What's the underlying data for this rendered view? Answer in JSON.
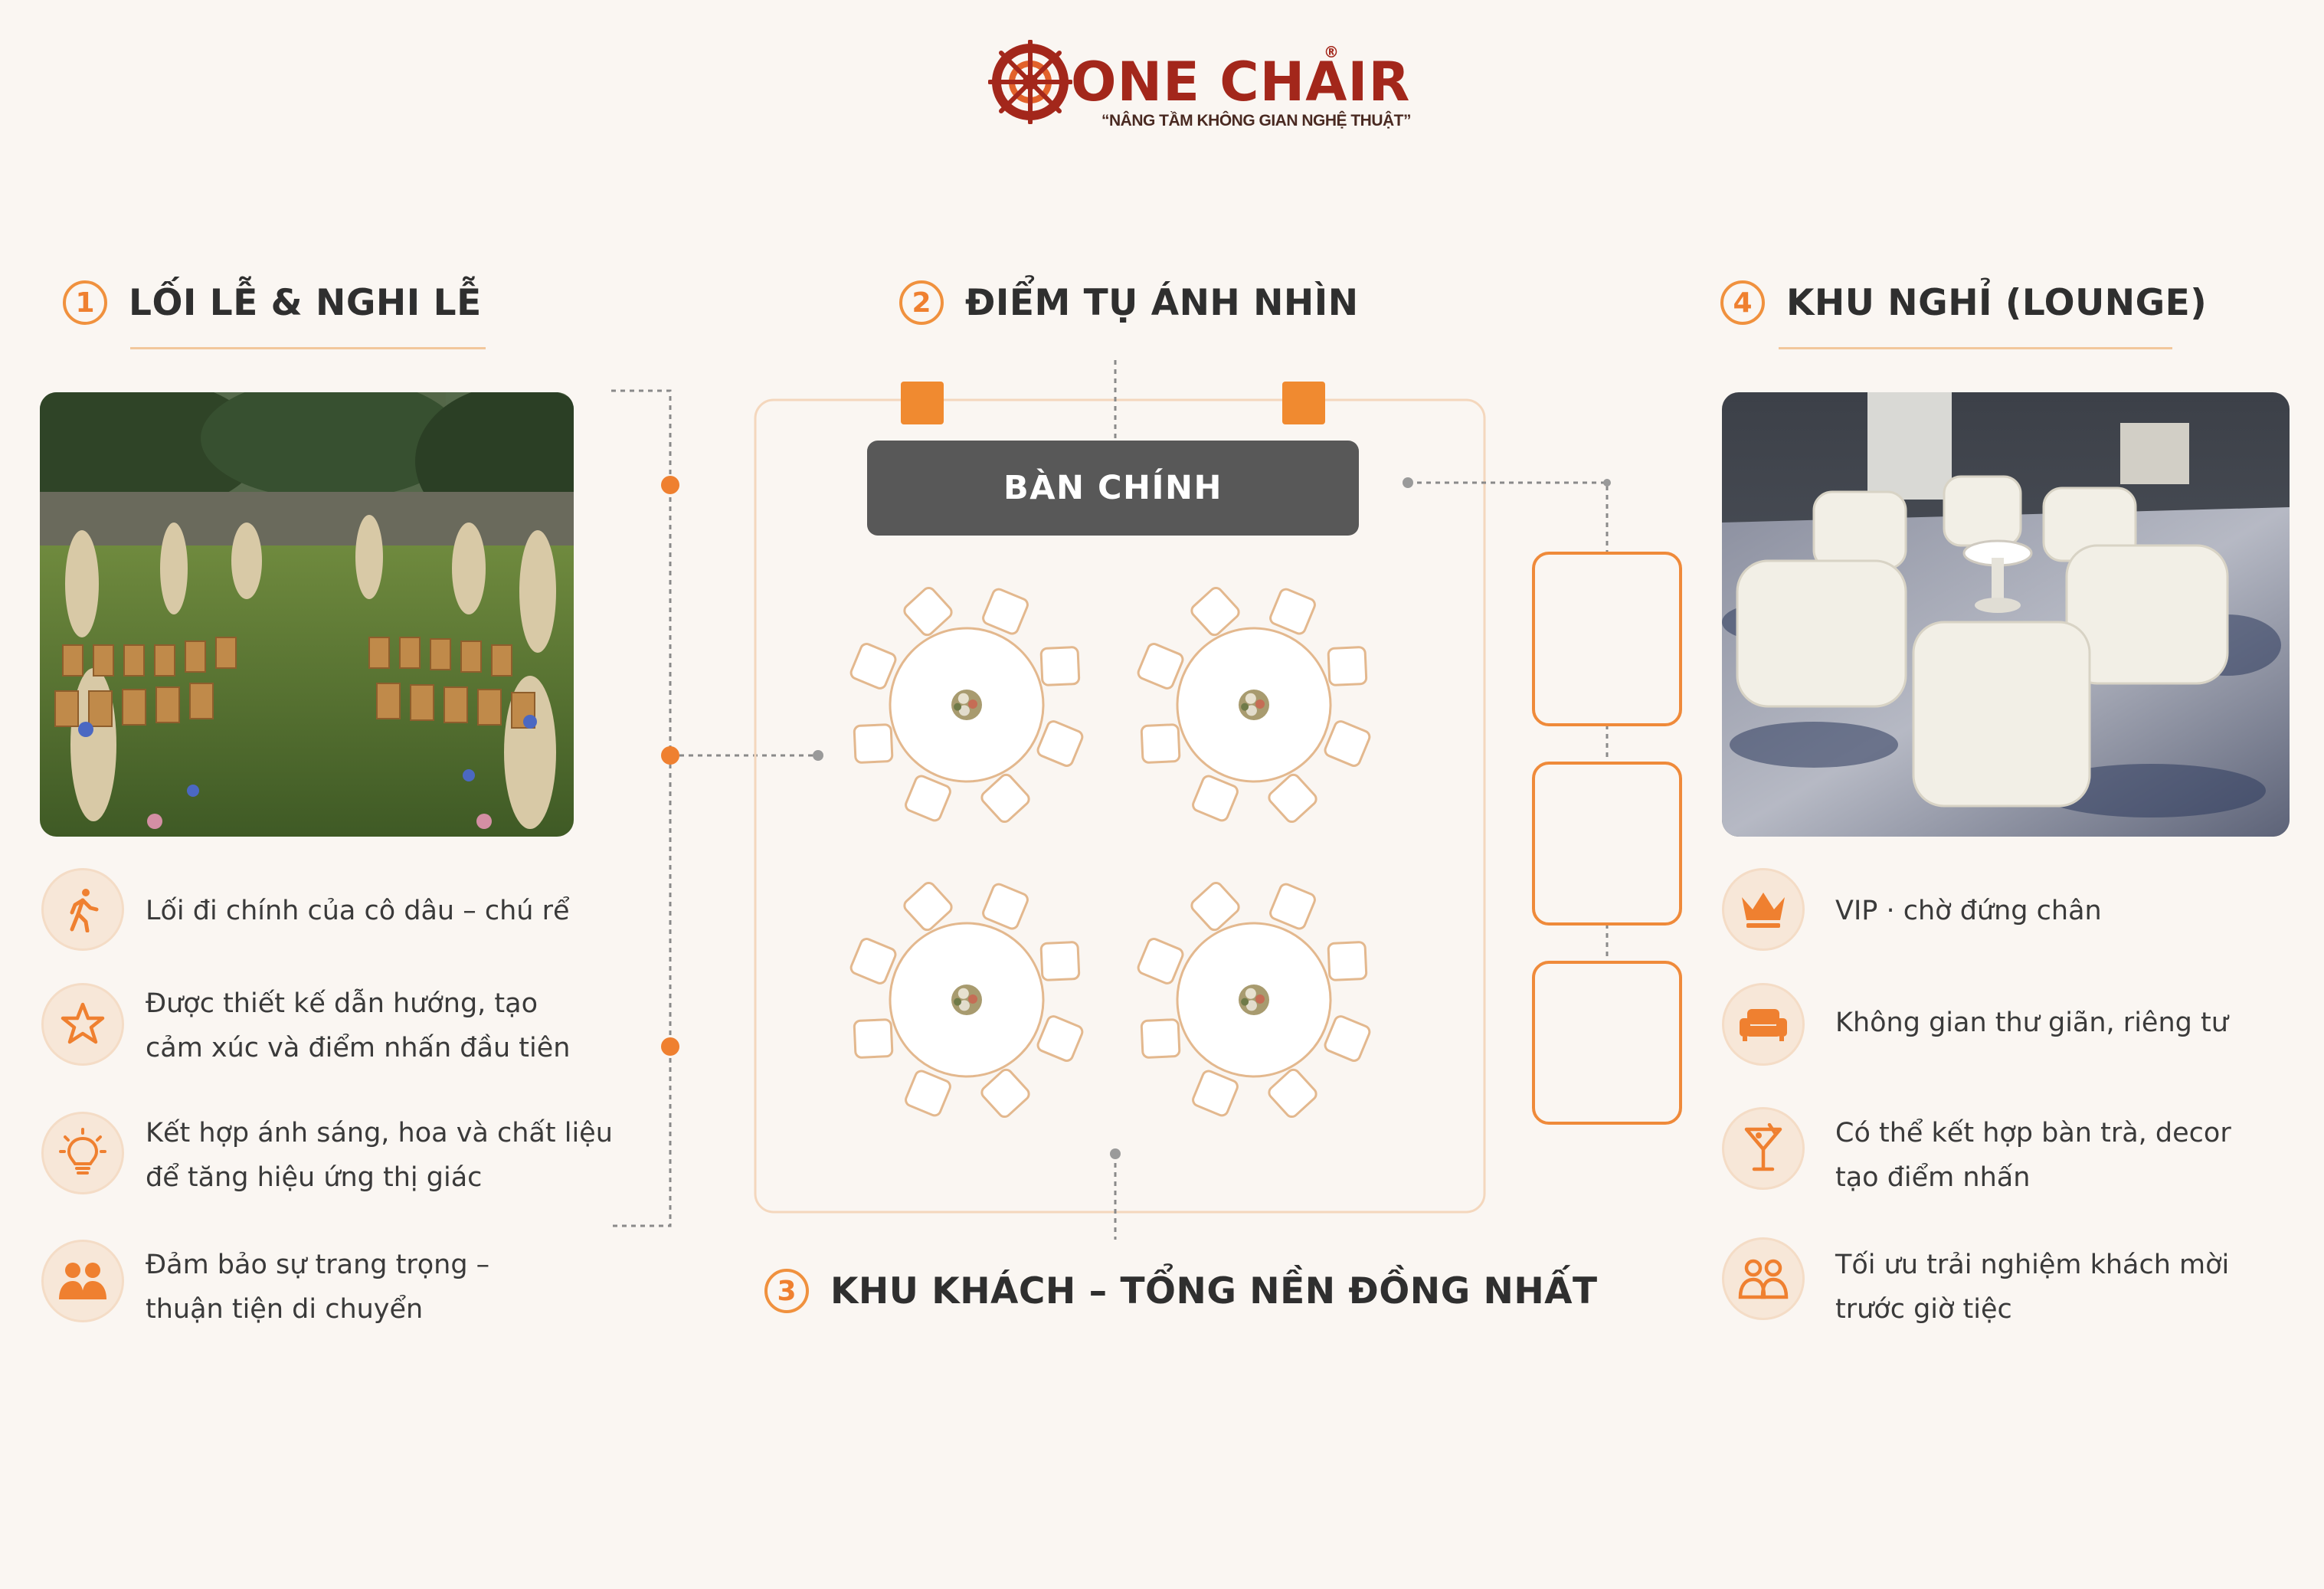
{
  "logo": {
    "name": "ONE CHAIR",
    "tagline": "“NÂNG TẦM KHÔNG GIAN NGHỆ THUẬT”",
    "registered": "®"
  },
  "sections": {
    "s1": {
      "number": "1",
      "title": "LỐI LỄ & NGHI LỄ"
    },
    "s2": {
      "number": "2",
      "title": "ĐIỂM TỤ ÁNH NHÌN"
    },
    "s3": {
      "number": "3",
      "title": "KHU KHÁCH – TỔNG NỀN ĐỒNG NHẤT"
    },
    "s4": {
      "number": "4",
      "title": "KHU NGHỈ (LOUNGE)"
    }
  },
  "main_table_label": "BÀN CHÍNH",
  "left_features": [
    {
      "icon": "walking-person-icon",
      "lines": [
        "Lối đi chính của cô dâu – chú rể"
      ]
    },
    {
      "icon": "star-icon",
      "lines": [
        "Được thiết kế dẫn hướng, tạo",
        "cảm xúc và điểm nhấn đầu tiên"
      ]
    },
    {
      "icon": "lightbulb-icon",
      "lines": [
        "Kết hợp ánh sáng, hoa và chất liệu",
        "để tăng hiệu ứng thị giác"
      ]
    },
    {
      "icon": "people-icon",
      "lines": [
        "Đảm bảo sự trang trọng –",
        "thuận tiện di chuyển"
      ]
    }
  ],
  "right_features": [
    {
      "icon": "crown-icon",
      "lines": [
        "VIP · chờ đứng chân"
      ]
    },
    {
      "icon": "sofa-icon",
      "lines": [
        "Không gian thư giãn, riêng tư"
      ]
    },
    {
      "icon": "cocktail-icon",
      "lines": [
        "Có thể kết hợp bàn trà, decor",
        "tạo điểm nhấn"
      ]
    },
    {
      "icon": "people-icon",
      "lines": [
        "Tối ưu trải nghiệm khách mời",
        "trước giờ tiệc"
      ]
    }
  ],
  "colors": {
    "accent": "#ef8030",
    "background": "#faf6f2",
    "main_table": "#585858",
    "brand": "#a3271b"
  }
}
